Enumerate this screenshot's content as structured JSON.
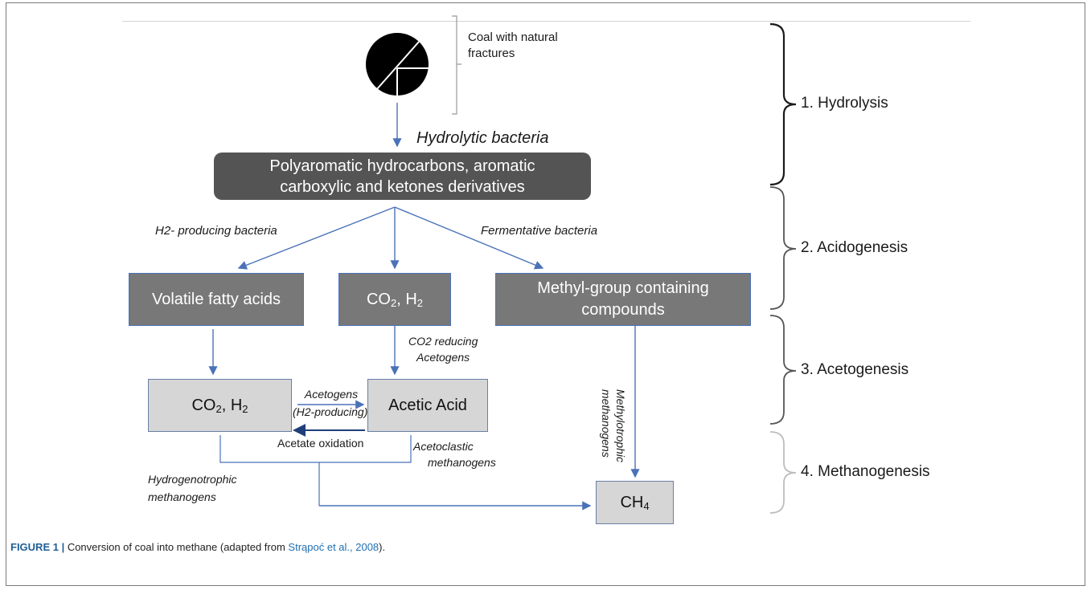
{
  "coal": {
    "label_line1": "Coal with natural",
    "label_line2": "fractures"
  },
  "hydrolytic": "Hydrolytic bacteria",
  "poly_box": {
    "line1": "Polyaromatic hydrocarbons, aromatic",
    "line2": "carboxylic and ketones derivatives"
  },
  "h2_bacteria": "H2- producing bacteria",
  "fermentative": "Fermentative bacteria",
  "vfa_box": "Volatile fatty acids",
  "co2h2_top": {
    "main": "CO",
    "sub": "2",
    "sep": ", H",
    "sub2": "2"
  },
  "methyl_box": {
    "line1": "Methyl-group containing",
    "line2": "compounds"
  },
  "co2_reducing": {
    "line1": "CO2 reducing",
    "line2": "Acetogens"
  },
  "methylotrophic": {
    "line1": "Methylotrophic",
    "line2": "methanogens"
  },
  "co2h2_bottom": {
    "main": "CO",
    "sub": "2",
    "sep": ", H",
    "sub2": "2"
  },
  "acetic_box": "Acetic Acid",
  "acetogens": {
    "line1": "Acetogens",
    "line2": "(H2-producing)"
  },
  "acetate_oxidation": "Acetate oxidation",
  "acetoclastic": {
    "line1": "Acetoclastic",
    "line2": "methanogens"
  },
  "hydrogenotrophic": {
    "line1": "Hydrogenotrophic",
    "line2": "methanogens"
  },
  "ch4_box": {
    "main": "CH",
    "sub": "4"
  },
  "stages": [
    "1. Hydrolysis",
    "2. Acidogenesis",
    "3. Acetogenesis",
    "4. Methanogenesis"
  ],
  "caption": {
    "figure": "FIGURE 1 |",
    "text": " Conversion of coal into methane (adapted from ",
    "ref": "Strąpoć et al., 2008",
    "end": ")."
  },
  "colors": {
    "arrow": "#4a72b8",
    "dark_arrow": "#1f3f7a",
    "brace": "#1a1a1a",
    "brace_light": "#bdbdbd"
  }
}
